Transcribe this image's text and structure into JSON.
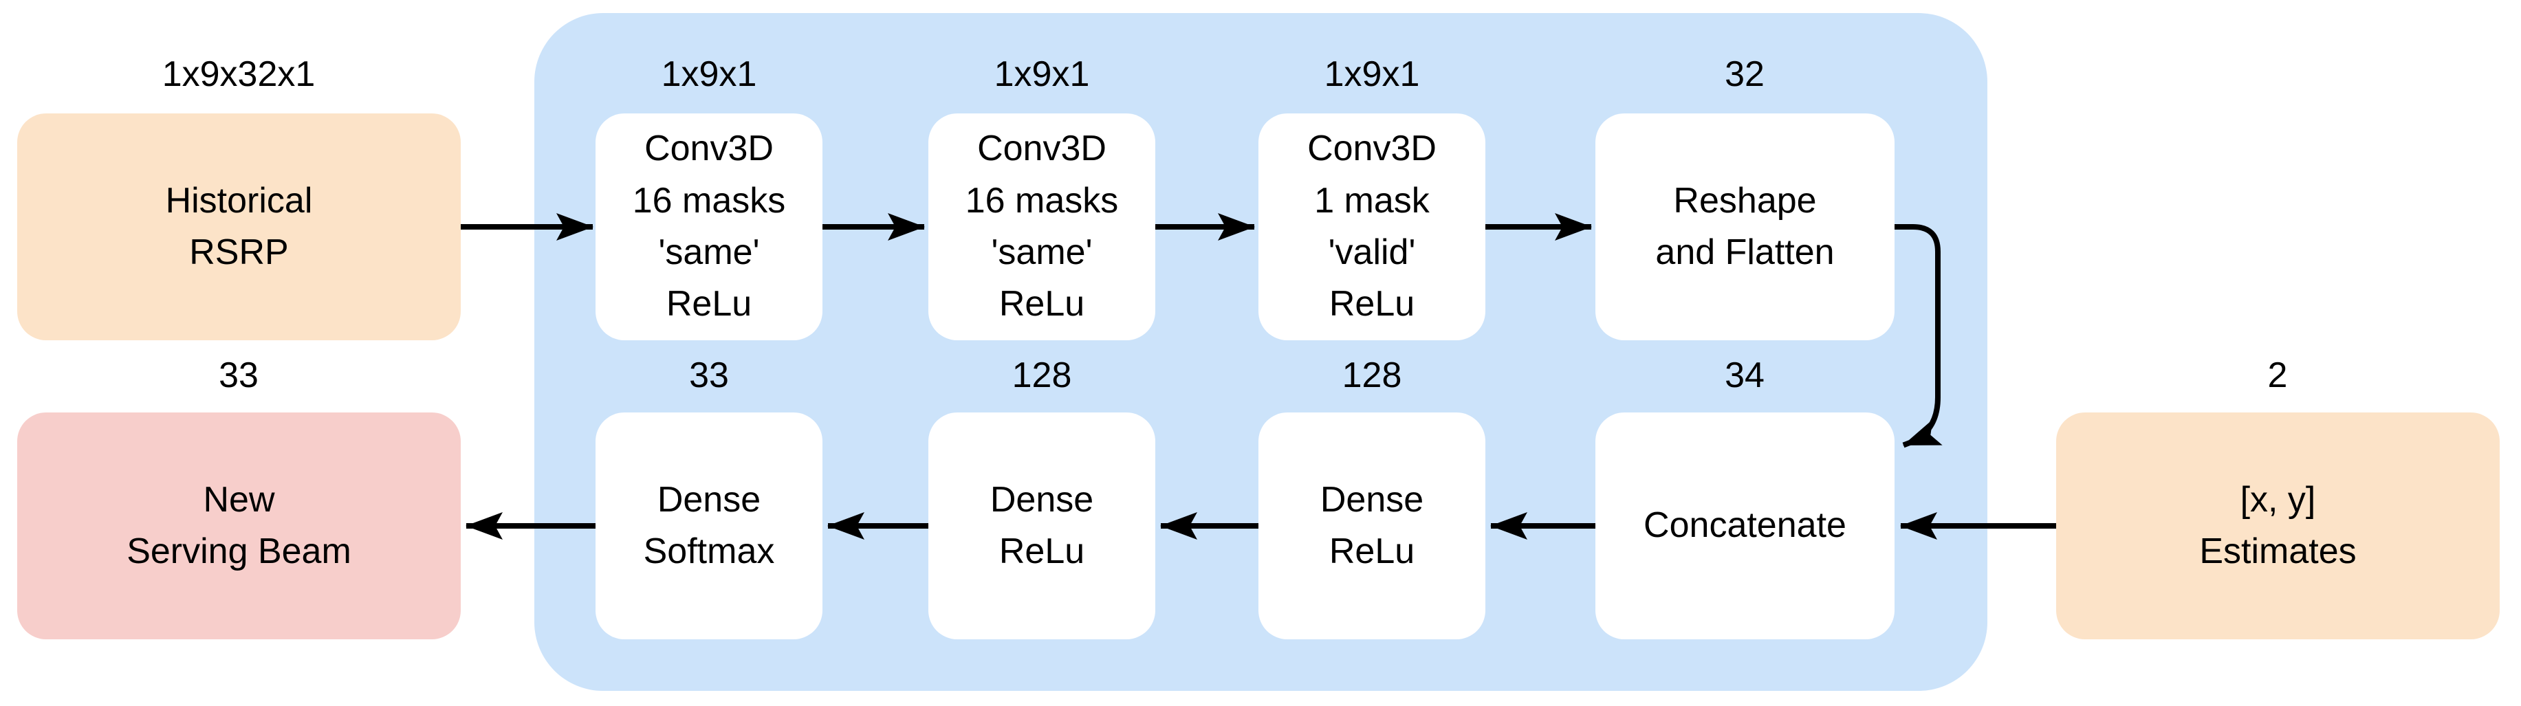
{
  "page": {
    "background": "#FFFFFF"
  },
  "palette": {
    "input_fill": "#FCE3C8",
    "output_fill": "#F7CECB",
    "container_fill": "#CCE3FA",
    "process_fill": "#FFFFFF",
    "arrow_color": "#000000",
    "text_color": "#000000"
  },
  "nodes": {
    "historical_rsrp": {
      "dim_label": "1x9x32x1",
      "text": "Historical\nRSRP"
    },
    "conv3d_1": {
      "dim_label": "1x9x1",
      "text": "Conv3D\n16 masks\n'same'\nReLu"
    },
    "conv3d_2": {
      "dim_label": "1x9x1",
      "text": "Conv3D\n16 masks\n'same'\nReLu"
    },
    "conv3d_3": {
      "dim_label": "1x9x1",
      "text": "Conv3D\n1 mask\n'valid'\nReLu"
    },
    "reshape_flatten": {
      "dim_label": "32",
      "text": "Reshape\nand Flatten"
    },
    "new_serving_beam": {
      "dim_label": "33",
      "text": "New\nServing Beam"
    },
    "dense_softmax": {
      "dim_label": "33",
      "text": "Dense\nSoftmax"
    },
    "dense_relu_1": {
      "dim_label": "128",
      "text": "Dense\nReLu"
    },
    "dense_relu_2": {
      "dim_label": "128",
      "text": "Dense\nReLu"
    },
    "concatenate": {
      "dim_label": "34",
      "text": "Concatenate"
    },
    "xy_estimates": {
      "dim_label": "2",
      "text": "[x, y]\nEstimates"
    }
  }
}
